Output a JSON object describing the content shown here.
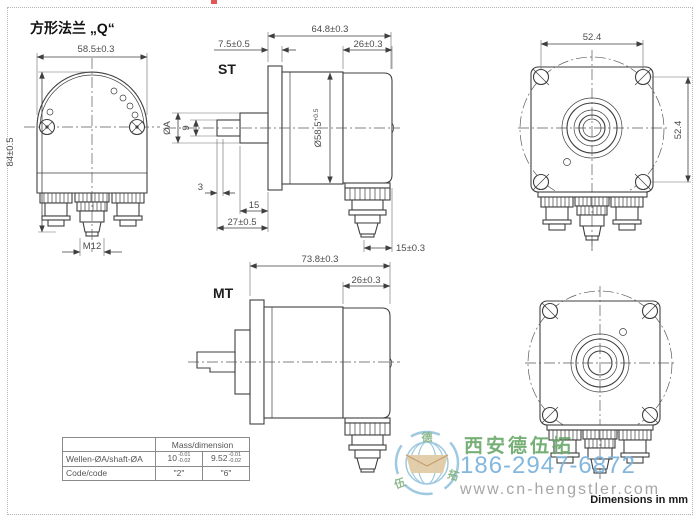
{
  "header": {
    "title": "方形法兰 „Q“",
    "units_note": "Dimensions in mm"
  },
  "views": {
    "front": {
      "dims": {
        "width": "58.5±0.3",
        "height": "84±0.5",
        "thread": "M12"
      }
    },
    "st_side": {
      "label": "ST",
      "dims": {
        "total_length": "64.8±0.3",
        "flange_thickness": "7.5±0.5",
        "rear_section": "26±0.3",
        "body_diameter": "Ø58.5",
        "body_diameter_tolerance": "+0.5",
        "shaft_diameter": "ØA",
        "shaft_tip_diameter": "9",
        "groove_width": "3",
        "shaft_length": "15",
        "shaft_total": "27±0.5",
        "connector_length": "15±0.3"
      }
    },
    "st_rear": {
      "dims": {
        "hole_pitch_horizontal": "52.4",
        "hole_pitch_vertical": "52.4"
      }
    },
    "mt_side": {
      "label": "MT",
      "dims": {
        "total_length": "73.8±0.3",
        "rear_section": "26±0.3"
      }
    }
  },
  "table": {
    "header": "Mass/dimension",
    "rows": [
      {
        "label": "Wellen-ØA/shaft-ØA",
        "values": [
          {
            "base": "10",
            "sup": "-0.01",
            "sub": "-0.02"
          },
          {
            "base": "9.52",
            "sup": "-0.01",
            "sub": "-0.02"
          }
        ]
      },
      {
        "label": "Code/code",
        "values": [
          {
            "base": "\"2\""
          },
          {
            "base": "\"6\""
          }
        ]
      }
    ]
  },
  "watermark": {
    "company": "西安德伍拓",
    "phone": "186-2947-6872",
    "website": "www.cn-hengstler.com",
    "logo_chars": {
      "top": "德",
      "left": "伍",
      "right": "拓"
    }
  },
  "colors": {
    "company_green": "#69a869",
    "phone_blue": "#7db4dd",
    "website_gray": "#a6a6a6",
    "drawing_line": "#3f3f3f",
    "red_mark": "#e25555"
  }
}
